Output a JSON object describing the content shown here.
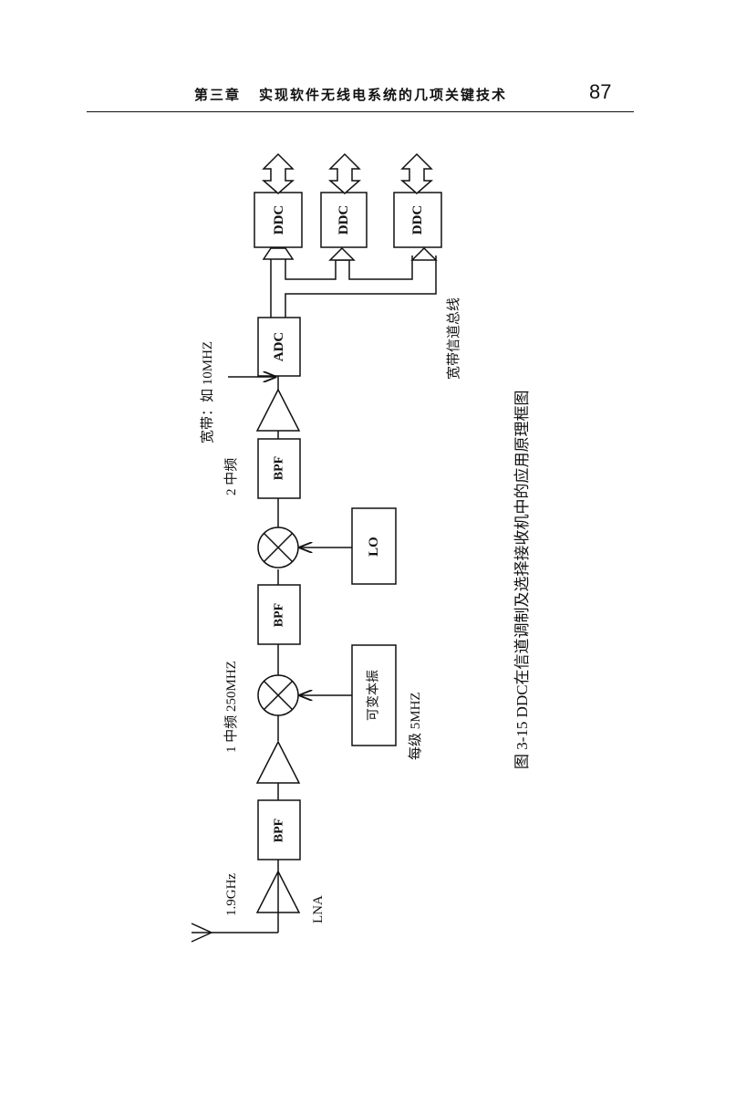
{
  "header": {
    "chapter_label": "第三章",
    "chapter_title": "实现软件无线电系统的几项关键技术",
    "page_number": "87"
  },
  "diagram": {
    "blocks": {
      "lna": "LNA",
      "bpf": "BPF",
      "vco": "可变本振",
      "lo": "LO",
      "adc": "ADC",
      "ddc": "DDC"
    },
    "labels": {
      "rf_freq": "1.9GHz",
      "if1": "1 中频 250MHZ",
      "step": "每级 5MHZ",
      "if2": "2 中频",
      "bandwidth": "宽带：如 10MHZ",
      "bus": "宽带信道总线"
    },
    "caption": "图 3-15    DDC在信道调制及选择接收机中的应用原理框图"
  }
}
